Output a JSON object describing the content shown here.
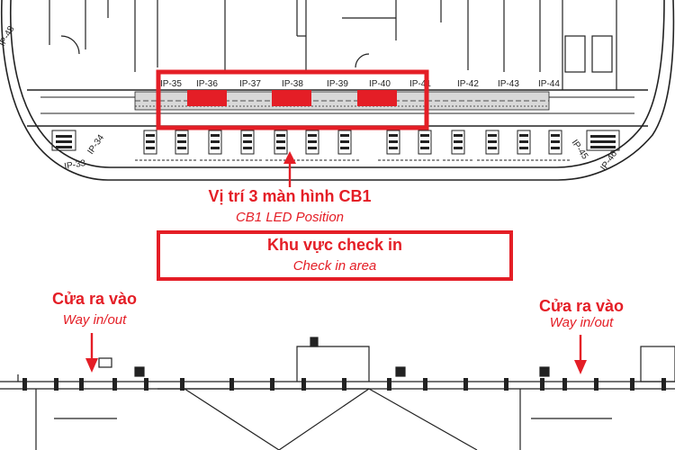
{
  "accent_color": "#e41e26",
  "gates": [
    "IP-48",
    "IP-35",
    "IP-36",
    "IP-37",
    "IP-38",
    "IP-39",
    "IP-40",
    "IP-41",
    "IP-42",
    "IP-43",
    "IP-44",
    "IP-45",
    "IP-46",
    "IP-33",
    "IP-34"
  ],
  "led_position": {
    "label_vi": "Vị trí 3 màn hình CB1",
    "label_en": "CB1 LED Position"
  },
  "checkin_area": {
    "label_vi": "Khu vực check in",
    "label_en": "Check in area"
  },
  "entrance_left": {
    "label_vi": "Cửa ra vào",
    "label_en": "Way in/out"
  },
  "entrance_right": {
    "label_vi": "Cửa ra vào",
    "label_en": "Way in/out"
  }
}
